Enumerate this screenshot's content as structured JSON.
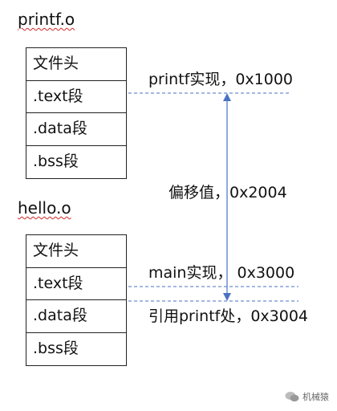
{
  "file1": {
    "name": "printf.o",
    "sections": [
      "文件头",
      ".text段",
      ".data段",
      ".bss段"
    ]
  },
  "file2": {
    "name": "hello.o",
    "sections": [
      "文件头",
      ".text段",
      ".data段",
      ".bss段"
    ]
  },
  "annotations": {
    "printf_impl": "printf实现，0x1000",
    "offset": "偏移值，0x2004",
    "main_impl": "main实现，  0x3000",
    "printf_ref": "引用printf处，0x3004"
  },
  "watermark": {
    "text": "机械猿"
  },
  "colors": {
    "guide_line": "#4a72c4",
    "box_border": "#222222",
    "spellcheck": "#d62828"
  }
}
